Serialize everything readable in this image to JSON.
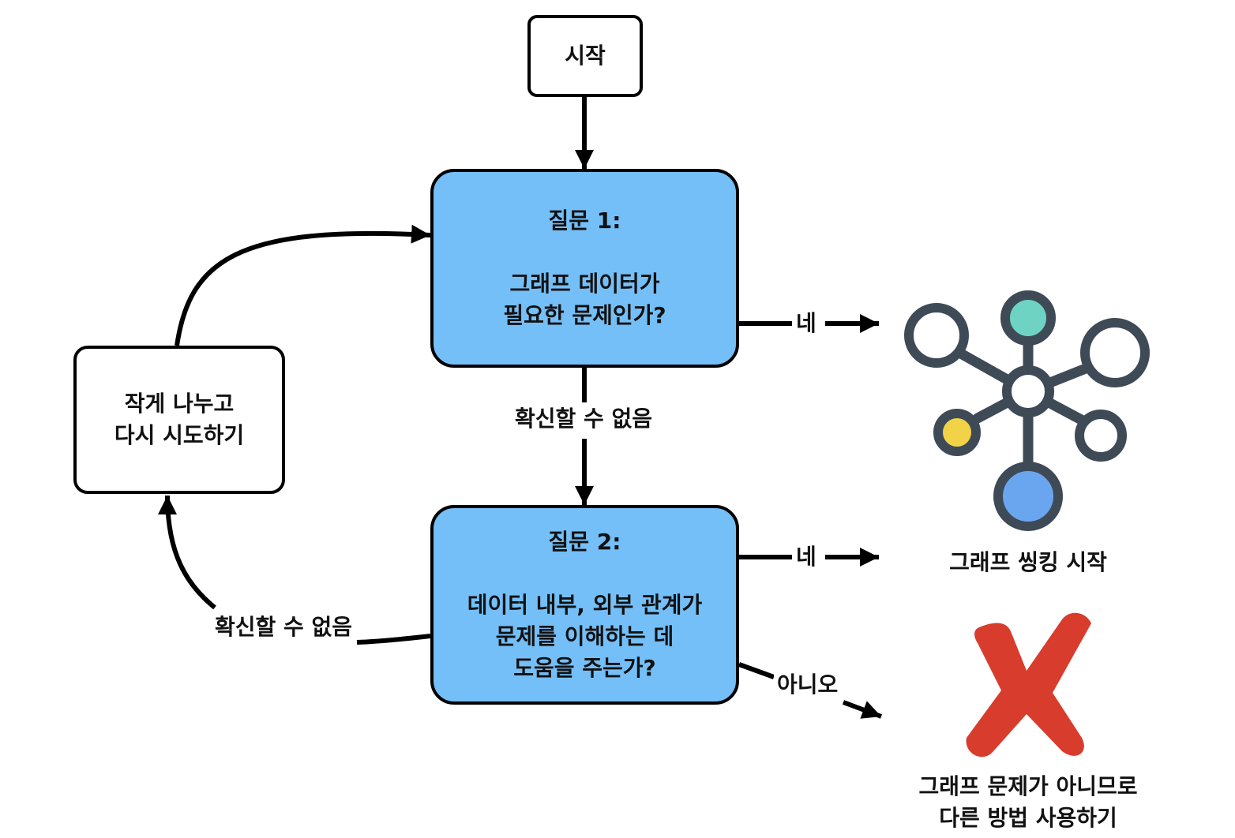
{
  "start": {
    "label": "시작"
  },
  "question1": {
    "title": "질문 1:",
    "lines": [
      "그래프 데이터가",
      "필요한 문제인가?"
    ]
  },
  "question2": {
    "title": "질문 2:",
    "lines": [
      "데이터 내부, 외부 관계가",
      "문제를 이해하는 데",
      "도움을 주는가?"
    ]
  },
  "retry": {
    "lines": [
      "작게 나누고",
      "다시 시도하기"
    ]
  },
  "edges": {
    "q1_yes": "네",
    "q1_unsure": "확신할 수 없음",
    "q2_yes": "네",
    "q2_unsure": "확신할 수 없음",
    "q2_no": "아니오"
  },
  "outcomes": {
    "graph": {
      "caption": "그래프 씽킹 시작",
      "icon": "graph-network-icon"
    },
    "not_graph": {
      "caption_lines": [
        "그래프 문제가 아니므로",
        "다른 방법 사용하기"
      ],
      "icon": "red-x-icon"
    }
  },
  "colors": {
    "question_fill": "#74bff8",
    "node_stroke": "#3f4a57",
    "node_teal": "#6fd3c3",
    "node_yellow": "#f2d348",
    "node_blue": "#6aa6f0",
    "cross_red": "#d83c2c"
  }
}
